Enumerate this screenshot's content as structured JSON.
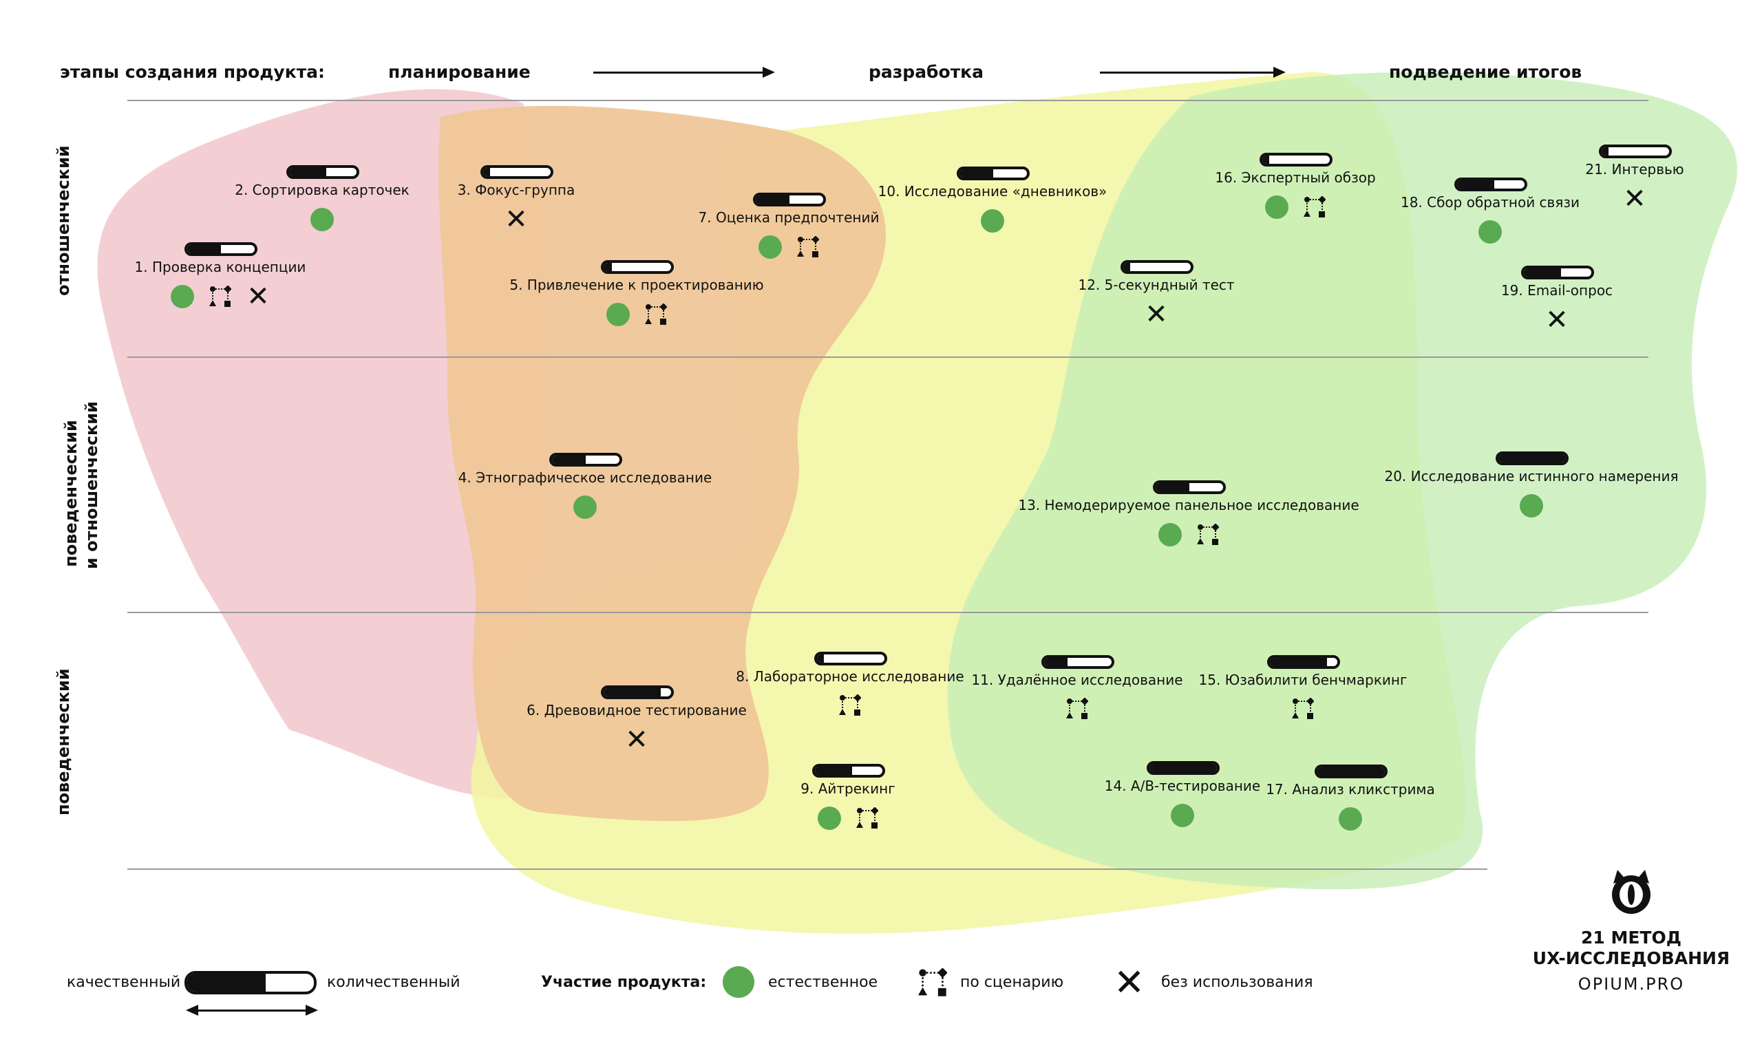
{
  "header": {
    "stages_label": "этапы создания продукта:",
    "stage_planning": "планирование",
    "stage_development": "разработка",
    "stage_summary": "подведение итогов"
  },
  "rows": {
    "attitudinal": "отношенческий",
    "mixed_line1": "поведенческий",
    "mixed_line2": "и отношенческий",
    "behavioral": "поведенческий"
  },
  "colors": {
    "pink": "#f3cfd3",
    "orange": "#f0c999",
    "yellow": "#f3f7a0",
    "green": "#c7edb4",
    "dot": "#5aaa52"
  },
  "methods": [
    {
      "label": "1. Проверка концепции",
      "qual_quant": 0.5,
      "participation": [
        "natural",
        "scenario",
        "none"
      ]
    },
    {
      "label": "2. Сортировка карточек",
      "qual_quant": 0.55,
      "participation": [
        "natural"
      ]
    },
    {
      "label": "3. Фокус-группа",
      "qual_quant": 0.1,
      "participation": [
        "none"
      ]
    },
    {
      "label": "4. Этнографическое исследование",
      "qual_quant": 0.5,
      "participation": [
        "natural"
      ]
    },
    {
      "label": "5. Привлечение к проектированию",
      "qual_quant": 0.12,
      "participation": [
        "natural",
        "scenario"
      ]
    },
    {
      "label": "6. Древовидное тестирование",
      "qual_quant": 0.85,
      "participation": [
        "none"
      ]
    },
    {
      "label": "7. Оценка предпочтений",
      "qual_quant": 0.5,
      "participation": [
        "natural",
        "scenario"
      ]
    },
    {
      "label": "8. Лабораторное исследование",
      "qual_quant": 0.1,
      "participation": [
        "scenario"
      ]
    },
    {
      "label": "9. Айтрекинг",
      "qual_quant": 0.55,
      "participation": [
        "natural",
        "scenario"
      ]
    },
    {
      "label": "10. Исследование «дневников»",
      "qual_quant": 0.5,
      "participation": [
        "natural"
      ]
    },
    {
      "label": "11. Удалённое исследование",
      "qual_quant": 0.35,
      "participation": [
        "scenario"
      ]
    },
    {
      "label": "12. 5-секундный тест",
      "qual_quant": 0.1,
      "participation": [
        "none"
      ]
    },
    {
      "label": "13. Немодерируемое панельное исследование",
      "qual_quant": 0.5,
      "participation": [
        "natural",
        "scenario"
      ]
    },
    {
      "label": "14. A/B-тестирование",
      "qual_quant": 1.0,
      "participation": [
        "natural"
      ]
    },
    {
      "label": "15. Юзабилити бенчмаркинг",
      "qual_quant": 0.85,
      "participation": [
        "scenario"
      ]
    },
    {
      "label": "16. Экспертный обзор",
      "qual_quant": 0.1,
      "participation": [
        "natural",
        "scenario"
      ]
    },
    {
      "label": "17. Анализ кликстрима",
      "qual_quant": 1.0,
      "participation": [
        "natural"
      ]
    },
    {
      "label": "18. Сбор обратной связи",
      "qual_quant": 0.55,
      "participation": [
        "natural"
      ]
    },
    {
      "label": "19. Email-опрос",
      "qual_quant": 0.55,
      "participation": [
        "none"
      ]
    },
    {
      "label": "20. Исследование истинного намерения",
      "qual_quant": 1.0,
      "participation": [
        "natural"
      ]
    },
    {
      "label": "21. Интервью",
      "qual_quant": 0.1,
      "participation": [
        "none"
      ]
    }
  ],
  "legend": {
    "qualitative": "качественный",
    "quantitative": "количественный",
    "participation_title": "Участие продукта:",
    "natural": "естественное",
    "scenario": "по сценарию",
    "none": "без использования"
  },
  "brand": {
    "line1": "21 МЕТОД",
    "line2": "UX-ИССЛЕДОВАНИЯ",
    "site": "OPIUM.PRO",
    "logo_icon": "cat-eye-icon"
  }
}
